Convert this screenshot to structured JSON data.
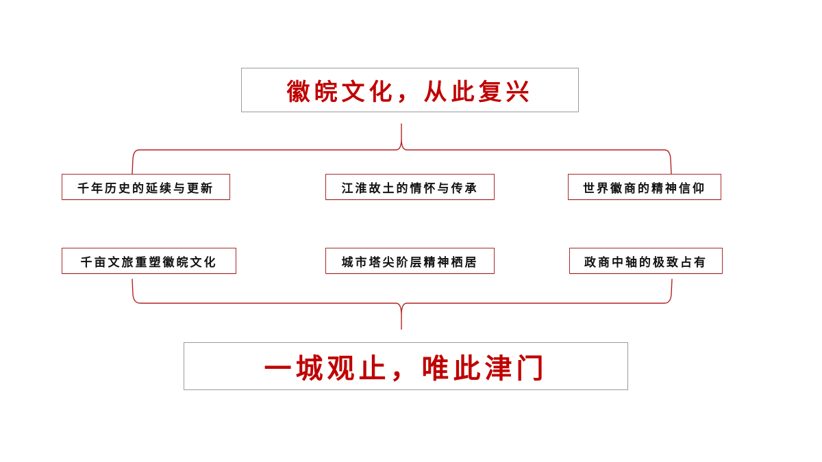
{
  "slide": {
    "background": "#ffffff",
    "accent_color": "#c00000",
    "bracket_color": "#b22222",
    "node_border_color": "#a52a2a",
    "title_border_color": "#9a9a9a"
  },
  "top_title": {
    "text": "徽皖文化，从此复兴"
  },
  "nodes_row_1": [
    {
      "label": "千年历史的延续与更新"
    },
    {
      "label": "江淮故土的情怀与传承"
    },
    {
      "label": "世界徽商的精神信仰"
    }
  ],
  "nodes_row_2": [
    {
      "label": "千亩文旅重塑徽皖文化"
    },
    {
      "label": "城市塔尖阶层精神栖居"
    },
    {
      "label": "政商中轴的极致占有"
    }
  ],
  "bottom_title": {
    "text": "一城观止，唯此津门"
  }
}
